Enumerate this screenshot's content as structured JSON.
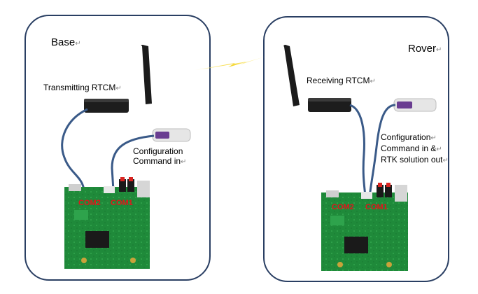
{
  "base": {
    "title": "Base",
    "radio_label": "Transmitting RTCM",
    "config_line1": "Configuration",
    "config_line2": "Command in",
    "com2": "COM2",
    "com1": "COM1"
  },
  "rover": {
    "title": "Rover",
    "radio_label": "Receiving RTCM",
    "config_line1": "Configuration",
    "config_line2": "Command in &",
    "config_line3": "RTK solution out",
    "com2": "COM2",
    "com1": "COM1"
  },
  "return_mark": "↵",
  "colors": {
    "panel_border": "#2a3f63",
    "cable": "#3a5a88",
    "pcb": "#1f8a3a",
    "radio": "#1d1d1d",
    "usb_body": "#e6e6e6",
    "usb_label": "#6a3d91",
    "lightning": "#f4d21a",
    "com_text": "#e3141b"
  }
}
